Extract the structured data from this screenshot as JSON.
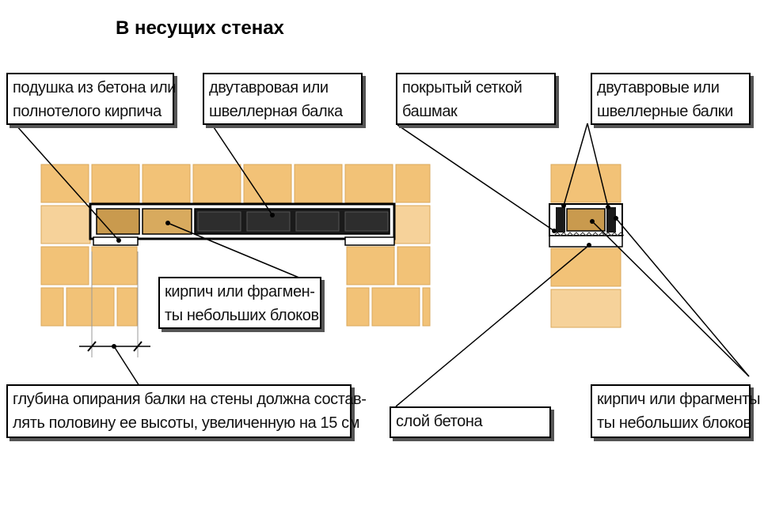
{
  "title": "В несущих стенах",
  "labels": {
    "cushion": [
      "подушка из бетона или",
      "полнотелого кирпича"
    ],
    "ibeam": [
      "двутавровая или",
      "швеллерная балка"
    ],
    "shoe": [
      "покрытый сеткой",
      "башмак"
    ],
    "ibeams_right": [
      "двутавровые или",
      "швеллерные балки"
    ],
    "brick_left": [
      "кирпич или фрагмен-",
      "ты небольших блоков"
    ],
    "depth": [
      "глубина опирания балки на стены должна состав-",
      "лять половину ее высоты, увеличенную на 15 см"
    ],
    "concrete": [
      "слой бетона"
    ],
    "brick_right": [
      "кирпич или фрагменты",
      "ты небольших блоков"
    ]
  },
  "colors": {
    "brick": "#f2c277",
    "brick_light": "#f6d29a",
    "mortar": "#ffffff",
    "beam": "#1a1a1a",
    "concrete": "#ffffff",
    "outline": "#000000"
  }
}
